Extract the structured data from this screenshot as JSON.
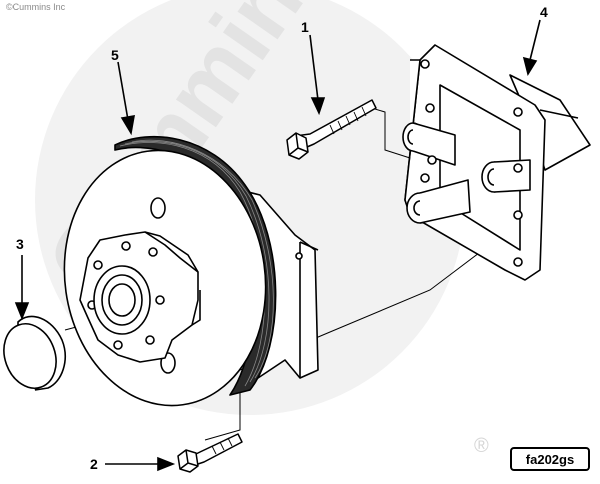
{
  "copyright": "©Cummins Inc",
  "watermark": {
    "text": "Cummins",
    "reg_symbol": "®"
  },
  "callouts": {
    "c1": "1",
    "c2": "2",
    "c3": "3",
    "c4": "4",
    "c5": "5"
  },
  "figure_id": "fa202gs",
  "colors": {
    "line": "#000000",
    "watermark": "#eeeeee",
    "background": "#ffffff"
  }
}
